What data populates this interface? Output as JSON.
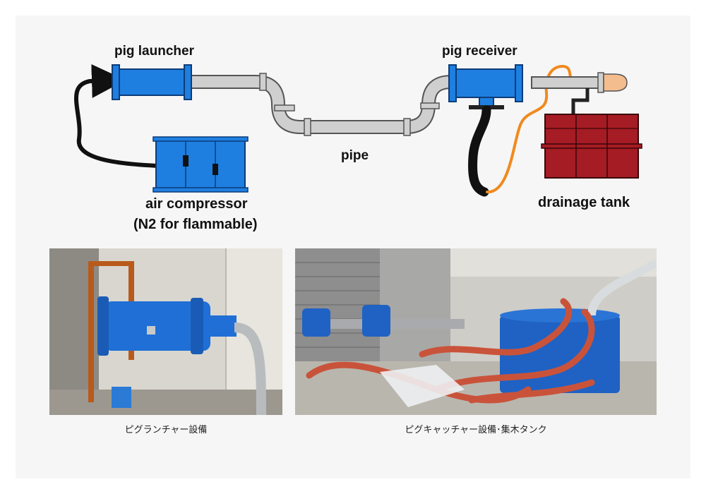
{
  "diagram": {
    "labels": {
      "pig_launcher": "pig launcher",
      "pig_receiver": "pig receiver",
      "pipe": "pipe",
      "air_compressor": "air compressor",
      "air_compressor_note": "(N2 for flammable)",
      "drainage_tank": "drainage tank"
    },
    "colors": {
      "equipment_blue": "#1e7fe0",
      "pipe_grey": "#c9c9c9",
      "tank_red": "#a51c24",
      "hose_orange": "#f08a1e",
      "hose_black": "#111111",
      "cap_tan": "#f3bd8e"
    }
  },
  "photos": {
    "launcher_caption": "ピグランチャー設備",
    "receiver_caption": "ピグキャッチャー設備･集木タンク"
  }
}
